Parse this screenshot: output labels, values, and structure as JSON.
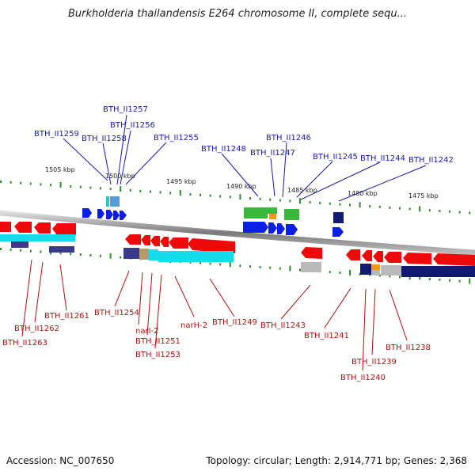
{
  "title": "Burkholderia thailandensis E264 chromosome II, complete sequ...",
  "footer": {
    "accession": "Accession: NC_007650",
    "summary": "Topology: circular; Length: 2,914,771 bp; Genes: 2,368"
  },
  "colors": {
    "forward_label": "#1a1aa8",
    "reverse_label": "#b01010",
    "forward_gene": "#0000ee",
    "reverse_gene": "#ee0000",
    "tick": "#2e8b2e",
    "axis": "#8a8a8a"
  },
  "kbp_ticks": [
    {
      "label": "1505 kbp"
    },
    {
      "label": "1500 kbp"
    },
    {
      "label": "1495 kbp"
    },
    {
      "label": "1490 kbp"
    },
    {
      "label": "1485 kbp"
    },
    {
      "label": "1480 kbp"
    },
    {
      "label": "1475 kbp"
    }
  ],
  "forward_labels": [
    {
      "text": "BTH_II1259"
    },
    {
      "text": "BTH_II1258"
    },
    {
      "text": "BTH_II1257"
    },
    {
      "text": "BTH_II1256"
    },
    {
      "text": "BTH_II1255"
    },
    {
      "text": "BTH_II1248"
    },
    {
      "text": "BTH_II1247"
    },
    {
      "text": "BTH_II1246"
    },
    {
      "text": "BTH_II1245"
    },
    {
      "text": "BTH_II1244"
    },
    {
      "text": "BTH_II1242"
    }
  ],
  "reverse_labels": [
    {
      "text": "BTH_II1261"
    },
    {
      "text": "BTH_II1262"
    },
    {
      "text": "BTH_II1263"
    },
    {
      "text": "BTH_II1254"
    },
    {
      "text": "narI-2"
    },
    {
      "text": "BTH_II1251"
    },
    {
      "text": "BTH_II1253"
    },
    {
      "text": "narH-2"
    },
    {
      "text": "BTH_II1249"
    },
    {
      "text": "BTH_II1243"
    },
    {
      "text": "BTH_II1241"
    },
    {
      "text": "BTH_II1238"
    },
    {
      "text": "BTH_II1239"
    },
    {
      "text": "BTH_II1240"
    }
  ]
}
